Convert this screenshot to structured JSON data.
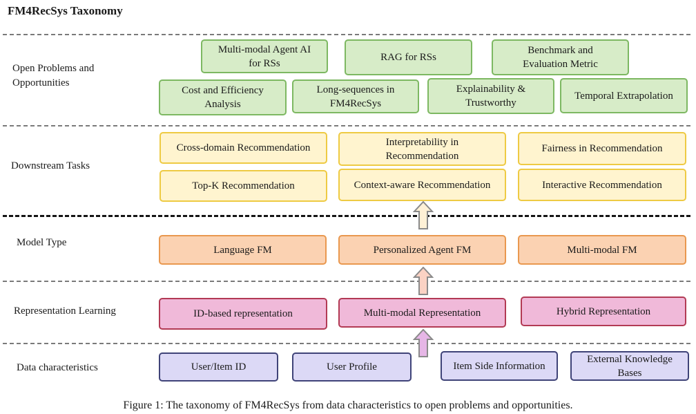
{
  "title": "FM4RecSys Taxonomy",
  "colors": {
    "green_fill": "#d7ecc8",
    "green_border": "#7db862",
    "yellow_fill": "#fff4cf",
    "yellow_border": "#eeca43",
    "orange_fill": "#fbd2b2",
    "orange_border": "#e9984f",
    "pink_fill": "#f0b9d9",
    "pink_border": "#b23a54",
    "lavender_fill": "#dcd9f6",
    "lavender_border": "#3f4378"
  },
  "layers": {
    "open": {
      "label": "Open Problems and\nOpportunities",
      "items": [
        "Multi-modal Agent AI\nfor RSs",
        "RAG for RSs",
        "Benchmark and\nEvaluation Metric",
        "Cost and Efficiency\nAnalysis",
        "Long-sequences in\nFM4RecSys",
        "Explainability &\nTrustworthy",
        "Temporal Extrapolation"
      ]
    },
    "tasks": {
      "label": "Downstream Tasks",
      "items": [
        "Cross-domain Recommendation",
        "Interpretability in\nRecommendation",
        "Fairness in Recommendation",
        "Top-K Recommendation",
        "Context-aware Recommendation",
        "Interactive Recommendation"
      ]
    },
    "model": {
      "label": "Model Type",
      "items": [
        "Language FM",
        "Personalized Agent FM",
        "Multi-modal FM"
      ]
    },
    "representation": {
      "label": "Representation Learning",
      "items": [
        "ID-based representation",
        "Multi-modal Representation",
        "Hybrid Representation"
      ]
    },
    "data": {
      "label": "Data characteristics",
      "items": [
        "User/Item ID",
        "User Profile",
        "Item Side Information",
        "External Knowledge\nBases"
      ]
    }
  },
  "caption": "Figure 1: The taxonomy of FM4RecSys from data characteristics to open problems and opportunities."
}
